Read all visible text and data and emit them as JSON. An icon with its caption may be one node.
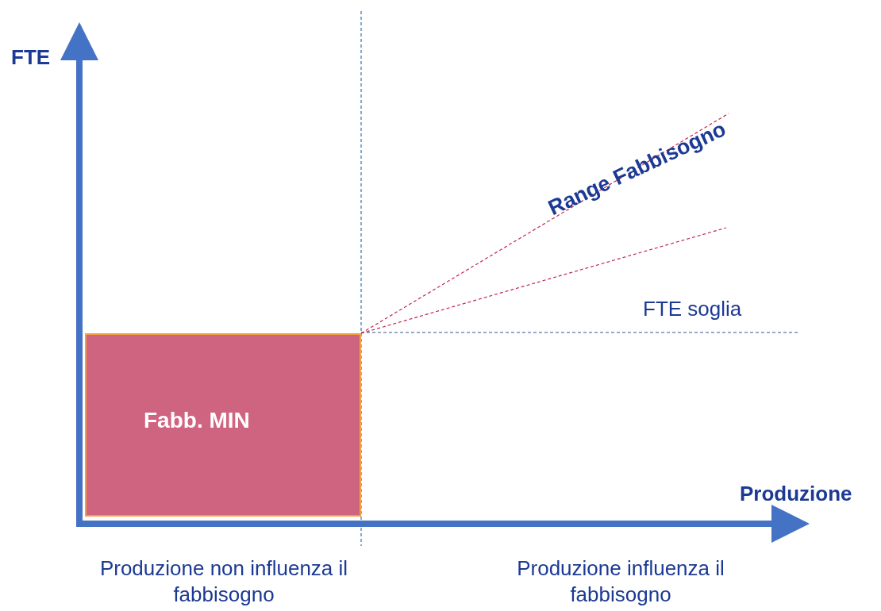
{
  "diagram": {
    "nodes": [
      {
        "text": [
          "Fabb. MIN"
        ]
      }
    ],
    "edges": [],
    "labels": [
      "FTE",
      "Range Fabbisogno",
      "FTE soglia",
      "Produzione",
      "Produzione non influenza il fabbisogno",
      "Produzione influenza il fabbisogno"
    ]
  }
}
